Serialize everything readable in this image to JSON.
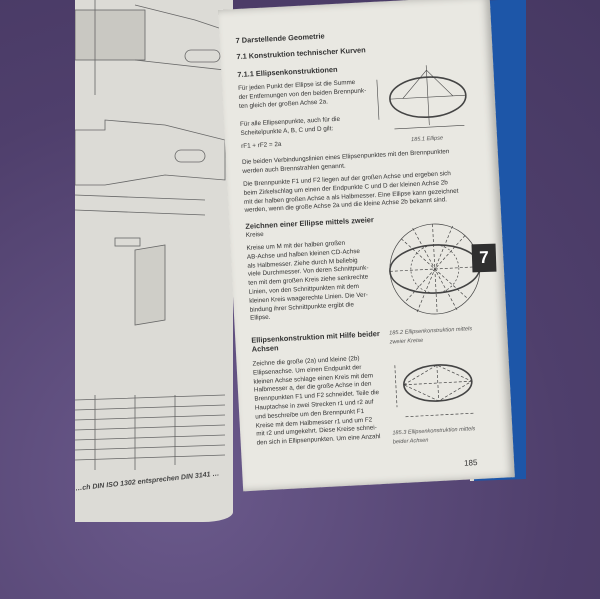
{
  "left_page": {
    "caption": "…ch DIN ISO 1302 entsprechen DIN 3141 …"
  },
  "right_page": {
    "chapter": "7 Darstellende Geometrie",
    "section": "7.1 Konstruktion technischer Kurven",
    "subsection": "7.1.1 Ellipsenkonstruktionen",
    "intro": [
      "Für jeden Punkt der Ellipse ist die Summe",
      "der Entfernungen von den beiden Brennpunk-",
      "ten gleich der großen Achse 2a."
    ],
    "p2": [
      "Für alle Ellipsenpunkte, auch für die",
      "Scheitelpunkte A, B, C und D gilt:"
    ],
    "formula": "rF1 + rF2 = 2a",
    "p3": [
      "Die beiden Verbindungslinien eines Ellipsenpunktes mit den Brennpunkten",
      "werden auch Brennstrahlen genannt."
    ],
    "p4": [
      "Die Brennpunkte F1 und F2 liegen auf der großen Achse und ergeben sich",
      "beim Zirkelschlag um einen der Endpunkte C und D der kleinen Achse 2b",
      "mit der halben großen Achse a als Halbmesser. Eine Ellipse kann gezeichnet",
      "werden, wenn die große Achse 2a und die kleine Achse 2b bekannt sind."
    ],
    "h2": [
      "Zeichnen einer Ellipse mittels zweier",
      "Kreise"
    ],
    "p5": [
      "Kreise um M mit der halben großen",
      "AB-Achse und halben kleinen CD-Achse",
      "als Halbmesser. Ziehe durch M beliebig",
      "viele Durchmesser. Von deren Schnittpunk-",
      "ten mit dem großen Kreis ziehe senkrechte",
      "Linien, von den Schnittpunkten mit dem",
      "kleinen Kreis waagerechte Linien. Die Ver-",
      "bindung ihrer Schnittpunkte ergibt die",
      "Ellipse."
    ],
    "h3": [
      "Ellipsenkonstruktion mit Hilfe beider",
      "Achsen"
    ],
    "p6": [
      "Zeichne die große (2a) und kleine (2b)",
      "Ellipsenachse. Um einen Endpunkt der",
      "kleinen Achse schlage einen Kreis mit dem",
      "Halbmesser a, der die große Achse in den",
      "Brennpunkten F1 und F2 schneidet. Teile die",
      "Hauptachse in zwei Strecken r1 und r2 auf",
      "und beschreibe um den Brennpunkt F1",
      "Kreise mit dem Halbmesser r1 und um F2",
      "mit r2 und umgekehrt. Diese Kreise schnei-",
      "den sich in Ellipsenpunkten. Um eine Anzahl"
    ],
    "fig1": "185.1 Ellipse",
    "fig2": [
      "185.2 Ellipsenkonstruktion mittels",
      "zweier Kreise"
    ],
    "fig3": [
      "185.3 Ellipsenkonstruktion mittels",
      "beider Achsen"
    ],
    "page_number": "185",
    "tab": "7"
  }
}
